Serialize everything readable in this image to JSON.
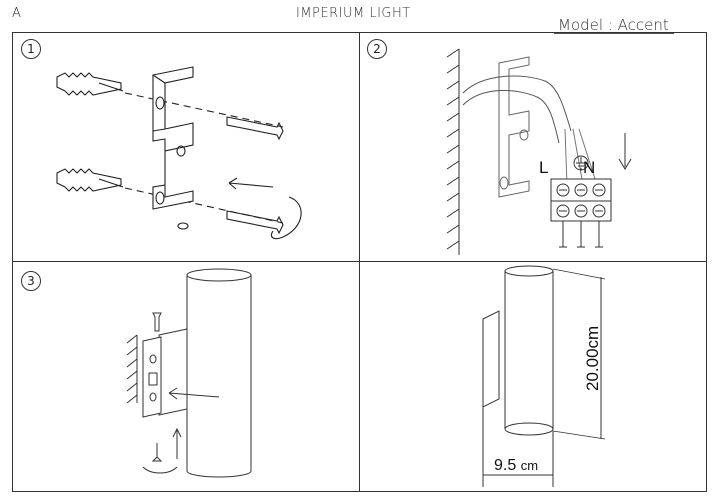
{
  "header": {
    "page_letter": "A",
    "brand": "IMPERIUM LIGHT",
    "model": "Model : Accent"
  },
  "steps": [
    {
      "number": "1"
    },
    {
      "number": "2",
      "terminal_labels": {
        "live": "L",
        "neutral": "N"
      }
    },
    {
      "number": "3"
    }
  ],
  "dimensions": {
    "height": "20.00cm",
    "width_value": "9.5",
    "width_unit": "cm"
  }
}
